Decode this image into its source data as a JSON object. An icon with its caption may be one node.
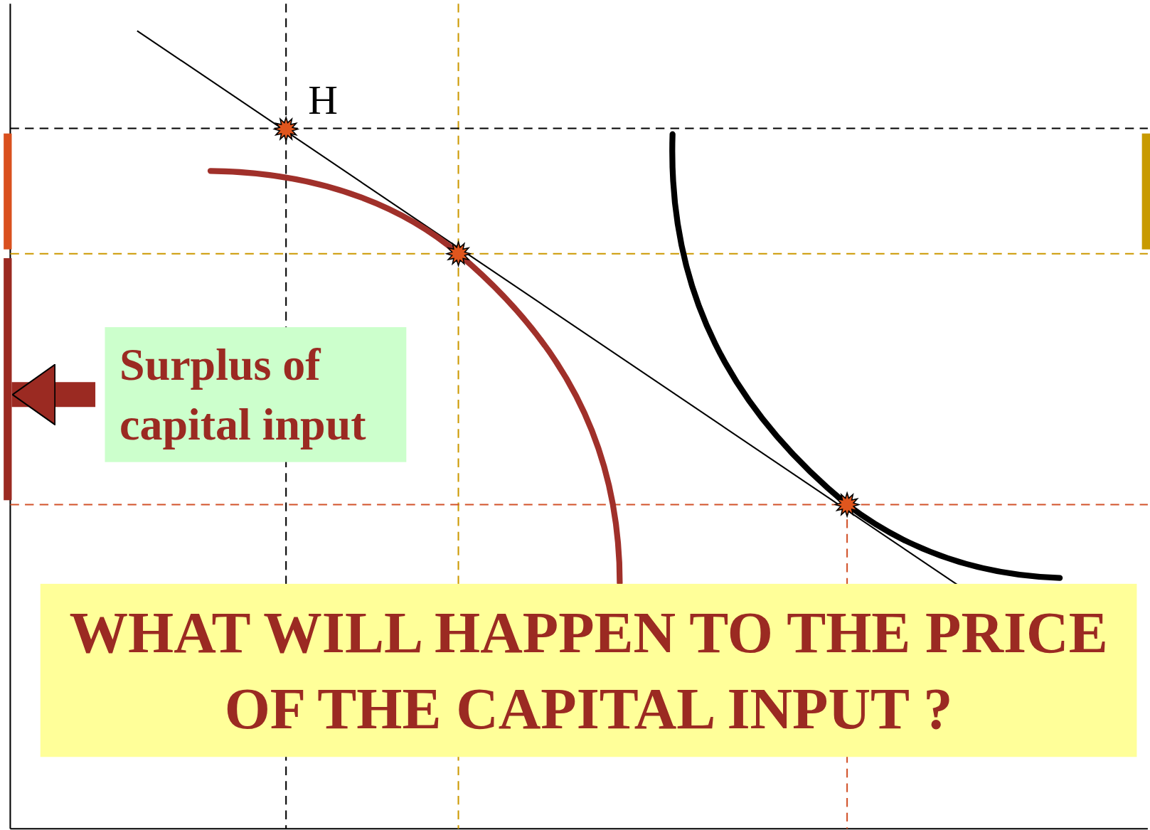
{
  "diagram": {
    "nodes": [
      {
        "text": [
          "Surplus of capital input"
        ]
      },
      {
        "text": [],
        "shape": "bar"
      },
      {
        "text": [
          "WHAT WILL HAPPEN TO THE PRICE OF THE CAPITAL INPUT ?"
        ]
      }
    ],
    "edges": [
      {
        "from": 0,
        "to": 1,
        "arrow": "to"
      }
    ],
    "labels": [
      "H"
    ]
  }
}
